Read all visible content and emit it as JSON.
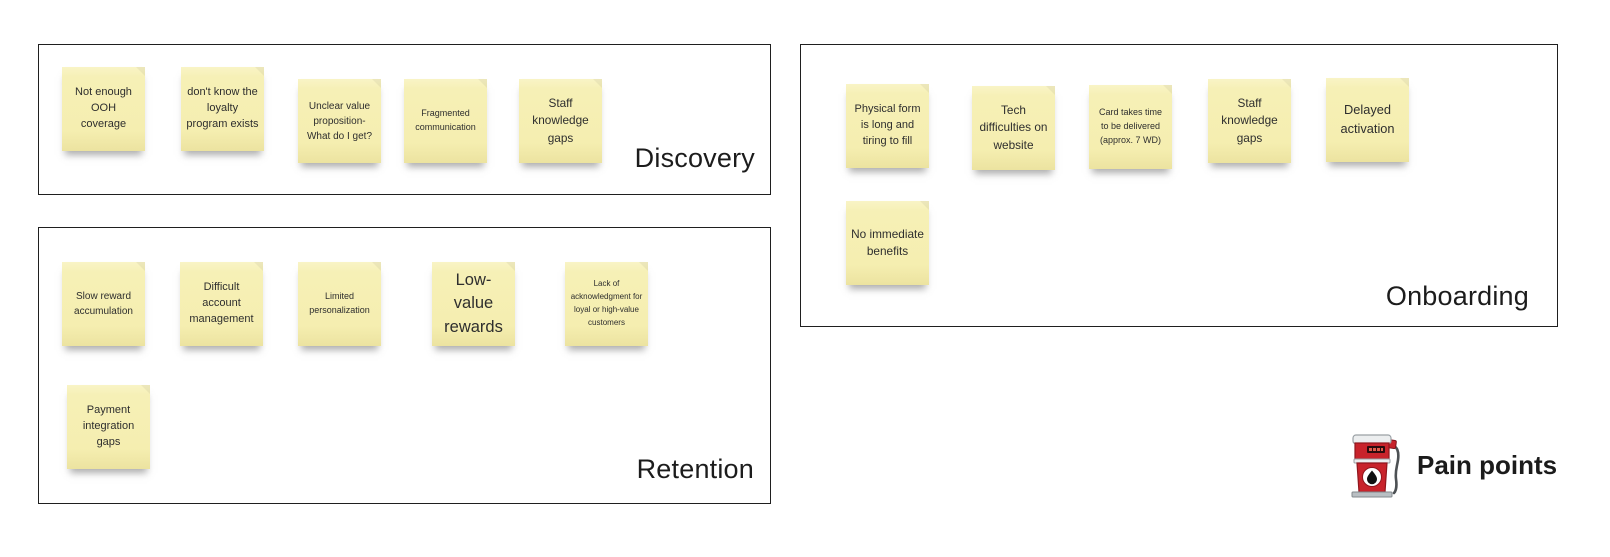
{
  "canvas": {
    "background": "#ffffff"
  },
  "colors": {
    "note_yellow": "#f5eeb0",
    "frame_border": "#1f1f1f",
    "pump_red": "#c8232b",
    "text": "#2e2e2e"
  },
  "sections": [
    {
      "label": "Discovery",
      "notes": [
        {
          "text": "Not enough OOH coverage"
        },
        {
          "text": "don't know the loyalty program exists"
        },
        {
          "text": "Unclear value proposition- What do I get?"
        },
        {
          "text": "Fragmented communication"
        },
        {
          "text": "Staff knowledge gaps"
        }
      ]
    },
    {
      "label": "Retention",
      "notes": [
        {
          "text": "Slow reward accumulation"
        },
        {
          "text": "Difficult account management"
        },
        {
          "text": "Limited personalization"
        },
        {
          "text": "Low-value rewards"
        },
        {
          "text": "Lack of acknowledgment for loyal or high-value customers"
        },
        {
          "text": "Payment integration gaps"
        }
      ]
    },
    {
      "label": "Onboarding",
      "notes": [
        {
          "text": "Physical form is long and tiring to fill"
        },
        {
          "text": "Tech difficulties on website"
        },
        {
          "text": "Card takes time to be delivered (approx. 7 WD)"
        },
        {
          "text": "Staff knowledge gaps"
        },
        {
          "text": "Delayed activation"
        },
        {
          "text": "No immediate benefits"
        }
      ]
    }
  ],
  "legend": {
    "label": "Pain points",
    "icon": "gas-pump-icon"
  }
}
